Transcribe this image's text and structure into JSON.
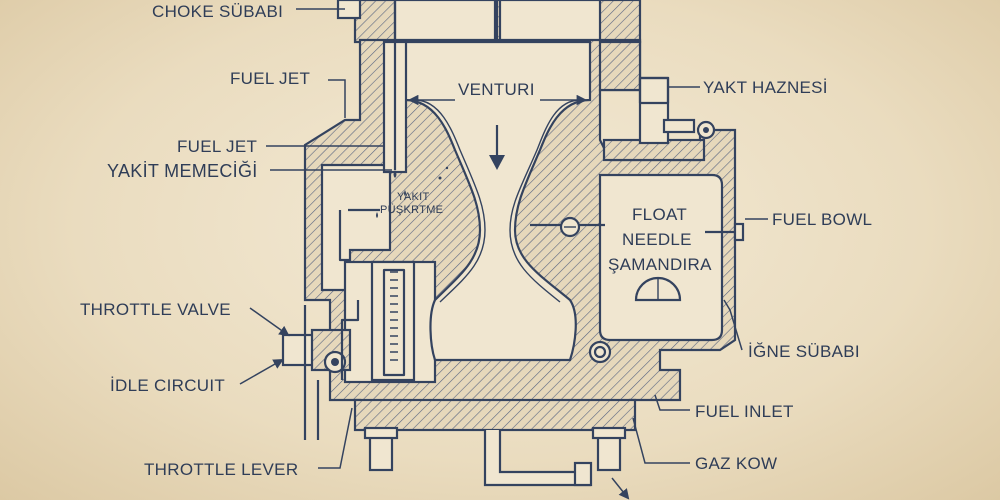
{
  "labels": {
    "choke_valve": "CHOKE SÜBABI",
    "fuel_jet": "FUEL JET",
    "fuel_jet_2": "FUEL JET",
    "yakit_memecigi": "YAKİT MEMECİĞİ",
    "venturi": "VENTURI",
    "yakit_puskurtme_1": "YAKIT",
    "yakit_puskurtme_2": "PÜŞKRTME",
    "yakt_haznesi": "YAKT HAZNESİ",
    "float": "FLOAT",
    "needle": "NEEDLE",
    "samandira": "ŞAMANDIRA",
    "fuel_bowl": "FUEL BOWL",
    "throttle_valve": "THROTTLE VALVE",
    "idle_circuit": "İDLE CIRCUIT",
    "igne_subabi": "İĞNE SÜBABI",
    "fuel_inlet": "FUEL INLET",
    "throttle_lever": "THROTTLE LEVER",
    "gaz_kow": "GAZ KOW"
  },
  "icons": {
    "airflow_arrow": "down-arrow-icon"
  },
  "colors": {
    "ink": "#34435f",
    "paper": "#f0e6d0",
    "background": "#eadcbf"
  }
}
